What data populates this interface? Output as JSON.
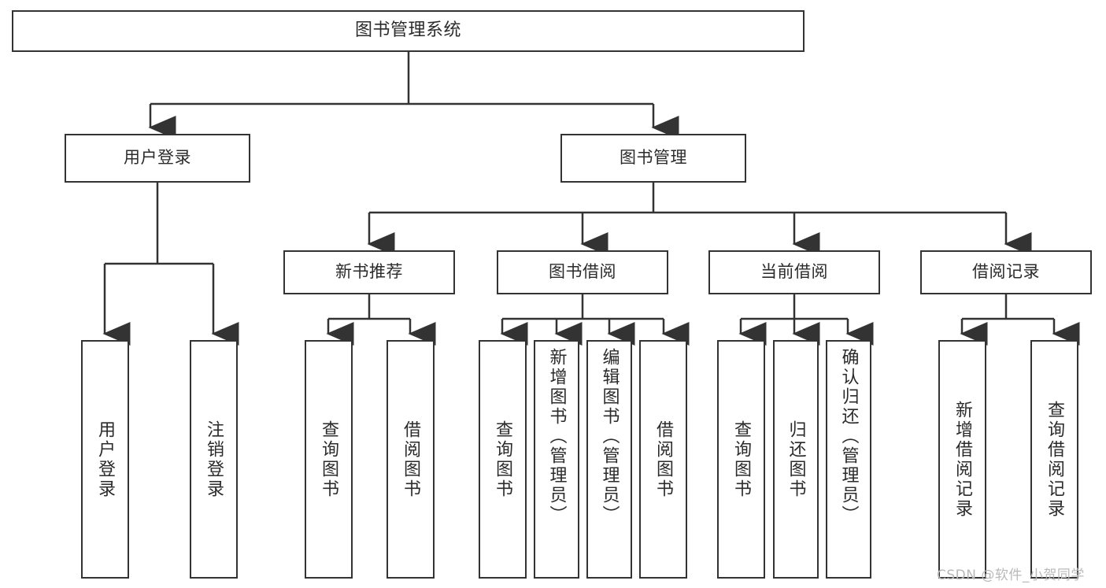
{
  "diagram": {
    "title": "图书管理系统",
    "type": "tree",
    "edge_color": "#333333",
    "node_border_color": "#333333",
    "node_fill_color": "#ffffff",
    "text_color": "#2b2b2b",
    "levels": {
      "root": {
        "label": "图书管理系统"
      },
      "level2": [
        {
          "label": "用户登录"
        },
        {
          "label": "图书管理"
        }
      ],
      "level3": [
        {
          "label": "新书推荐"
        },
        {
          "label": "图书借阅"
        },
        {
          "label": "当前借阅"
        },
        {
          "label": "借阅记录"
        }
      ],
      "level4": {
        "user_login_children": [
          {
            "label": "用户登录"
          },
          {
            "label": "注销登录"
          }
        ],
        "new_book_children": [
          {
            "label": "查询图书"
          },
          {
            "label": "借阅图书"
          }
        ],
        "book_borrow_children": [
          {
            "label": "查询图书"
          },
          {
            "label": "新增图书（管理员）"
          },
          {
            "label": "编辑图书（管理员）"
          },
          {
            "label": "借阅图书"
          }
        ],
        "current_borrow_children": [
          {
            "label": "查询图书"
          },
          {
            "label": "归还图书"
          },
          {
            "label": "确认归还（管理员）"
          }
        ],
        "borrow_record_children": [
          {
            "label": "新增借阅记录"
          },
          {
            "label": "查询借阅记录"
          }
        ]
      }
    }
  },
  "watermark": {
    "text": "CSDN @软件_小贺同学",
    "color": "#b9b9b9"
  }
}
